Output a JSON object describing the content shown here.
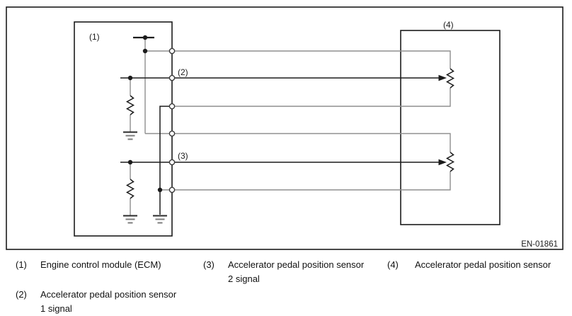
{
  "diagram": {
    "labels": {
      "ecm": "(1)",
      "signal1": "(2)",
      "signal2": "(3)",
      "sensor": "(4)"
    },
    "figure_id": "EN-01861",
    "colors": {
      "ink": "#1c1c1c",
      "wire_gray": "#8f8f8f",
      "background": "#ffffff"
    }
  },
  "legend": {
    "items": [
      {
        "marker": "(1)",
        "lines": [
          "Engine control module (ECM)"
        ]
      },
      {
        "marker": "(2)",
        "lines": [
          "Accelerator pedal position sensor",
          "1 signal"
        ]
      },
      {
        "marker": "(3)",
        "lines": [
          "Accelerator pedal position sensor",
          "2 signal"
        ]
      },
      {
        "marker": "(4)",
        "lines": [
          "Accelerator pedal position sensor"
        ]
      }
    ]
  }
}
